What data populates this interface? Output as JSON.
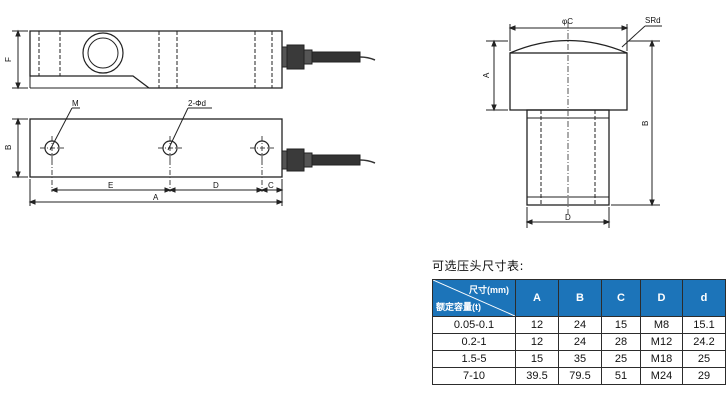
{
  "labels": {
    "front_f": "F",
    "top_b": "B",
    "hole_m": "M",
    "hole_d": "2-Φd",
    "dim_e": "E",
    "dim_d": "D",
    "dim_c": "C",
    "dim_a": "A",
    "head_c": "φC",
    "head_srd": "SRd",
    "head_a": "A",
    "head_b": "B",
    "head_d": "D"
  },
  "table": {
    "title": "可选压头尺寸表:",
    "corner_top": "尺寸(mm)",
    "corner_bottom": "额定容量(t)",
    "header_color": "#1c74b9",
    "columns": [
      "A",
      "B",
      "C",
      "D",
      "d"
    ],
    "rows": [
      [
        "0.05-0.1",
        "12",
        "24",
        "15",
        "M8",
        "15.1"
      ],
      [
        "0.2-1",
        "12",
        "24",
        "28",
        "M12",
        "24.2"
      ],
      [
        "1.5-5",
        "15",
        "35",
        "25",
        "M18",
        "25"
      ],
      [
        "7-10",
        "39.5",
        "79.5",
        "51",
        "M24",
        "29"
      ]
    ]
  }
}
